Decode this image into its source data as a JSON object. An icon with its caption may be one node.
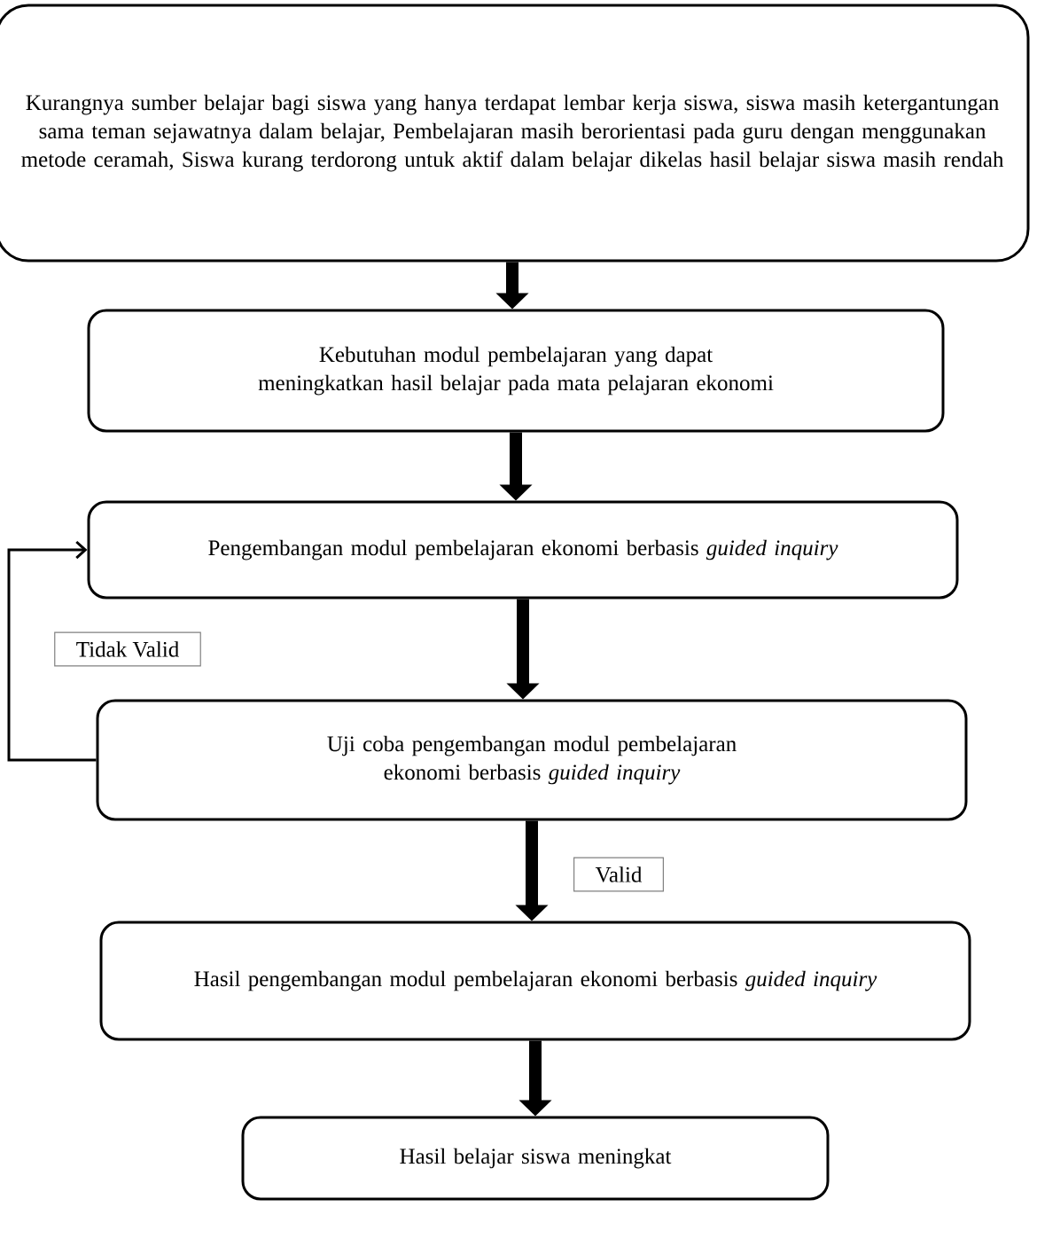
{
  "diagram": {
    "nodes": [
      {
        "text": [
          "Kurangnya sumber belajar bagi siswa yang hanya terdapat lembar kerja siswa, siswa masih ketergantungan sama teman sejawatnya dalam belajar, Pembelajaran masih berorientasi pada guru dengan menggunakan metode ceramah, Siswa kurang terdorong untuk aktif dalam belajar dikelas hasil belajar siswa masih rendah"
        ]
      },
      {
        "text": [
          "Kebutuhan modul pembelajaran yang dapat meningkatkan hasil belajar pada mata pelajaran ekonomi"
        ]
      },
      {
        "text": [
          "Pengembangan modul pembelajaran ekonomi berbasis *guided inquiry*"
        ]
      },
      {
        "text": [
          "Uji coba pengembangan modul pembelajaran ekonomi berbasis *guided inquiry*"
        ]
      },
      {
        "text": [
          "Hasil pengembangan modul pembelajaran ekonomi berbasis *guided inquiry*"
        ]
      },
      {
        "text": [
          "Hasil belajar siswa meningkat"
        ]
      }
    ],
    "edges": [
      {
        "from": 0,
        "to": 1,
        "arrow": "to"
      },
      {
        "from": 1,
        "to": 2,
        "arrow": "to"
      },
      {
        "from": 2,
        "to": 3,
        "arrow": "to"
      },
      {
        "from": 3,
        "to": 2,
        "arrow": "to",
        "label": "Tidak Valid"
      },
      {
        "from": 3,
        "to": 4,
        "arrow": "to",
        "label": "Valid"
      },
      {
        "from": 4,
        "to": 5,
        "arrow": "to"
      }
    ]
  }
}
